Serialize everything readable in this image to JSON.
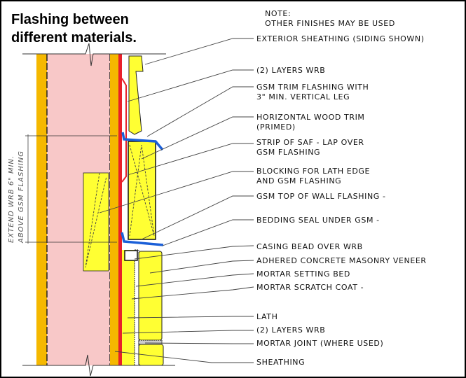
{
  "title": [
    "Flashing between",
    "different materials."
  ],
  "dimension_note": [
    "EXTEND WRB 6\" MIN.",
    "ABOVE GSM FLASHING"
  ],
  "labels": [
    "NOTE:",
    "OTHER FINISHES MAY BE USED",
    "EXTERIOR SHEATHING (SIDING SHOWN)",
    "(2) LAYERS WRB",
    "GSM TRIM FLASHING WITH",
    "3\" MIN. VERTICAL LEG",
    "HORIZONTAL WOOD TRIM",
    "(PRIMED)",
    "STRIP OF SAF - LAP OVER",
    "GSM FLASHING",
    "BLOCKING FOR LATH EDGE",
    "AND GSM FLASHING",
    "GSM TOP OF WALL FLASHING -",
    "BEDDING SEAL UNDER GSM -",
    "CASING BEAD OVER WRB",
    "ADHERED CONCRETE MASONRY VENEER",
    "MORTAR SETTING BED",
    "MORTAR SCRATCH COAT -",
    "LATH",
    "(2) LAYERS WRB",
    "MORTAR JOINT (WHERE USED)",
    "SHEATHING"
  ],
  "colors": {
    "stud": "#f5b800",
    "insulation": "#f8c8c8",
    "wood": "#ffff33",
    "wrb": "#e8202a",
    "flashing": "#1a5fd8"
  }
}
